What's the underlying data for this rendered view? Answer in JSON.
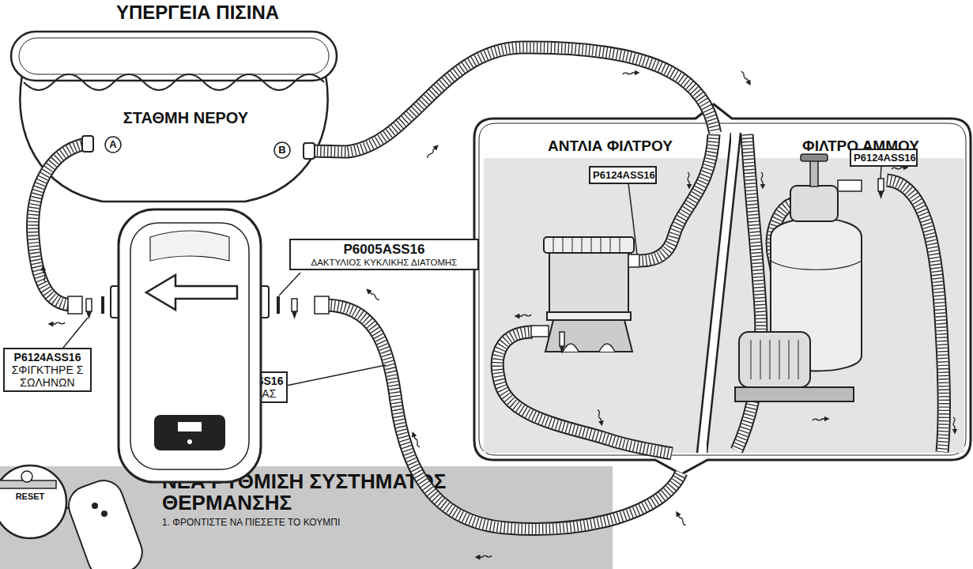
{
  "diagram": {
    "nodes": [
      {
        "text": [
          "ΥΠΕΡΓΕΙΑ ΠΙΣΙΝΑ",
          "ΣΤΑΘΜΗ ΝΕΡΟΥ"
        ]
      },
      {
        "text": [
          "ΑΝΤΛΙΑ ΦΙΛΤΡΟΥ"
        ]
      },
      {
        "text": [
          "P6124ASS16"
        ],
        "in": 1
      },
      {
        "text": [
          "ΦΙΛΤΡΟ ΑΜΜΟΥ"
        ]
      },
      {
        "text": [
          "P6124ASS16"
        ],
        "in": 3
      },
      {
        "text": [
          "P6005ASS16",
          "ΔΑΚΤΥΛΙΟΣ ΚΥΚΛΙΚΗΣ ΔΙΑΤΟΜΗΣ"
        ]
      },
      {
        "text": [
          "P6124ASS16",
          "ΣΦΙΓΚΤΗΡΕ Σ ΣΩΛΗΝΩΝ"
        ]
      },
      {
        "text": [
          "P6176ASS16",
          "ΣΩΛΗΝΑΣ"
        ]
      },
      {
        "text": [
          "ΝΕΑ ΡΥΘΜΙΣΗ ΣΥΣΤΗΜΑΤΟΣ ΘΕΡΜΑΝΣΗΣ",
          "1. ΦΡΟΝΤΙΣΤΕ ΝΑ ΠΙΕΣΕΤΕ ΤΟ ΚΟΥΜΠΙ"
        ]
      }
    ],
    "edges": [
      {
        "from": 0,
        "to": 1,
        "arrow": "none"
      }
    ],
    "labels": [
      "A",
      "B",
      "RESET"
    ]
  }
}
